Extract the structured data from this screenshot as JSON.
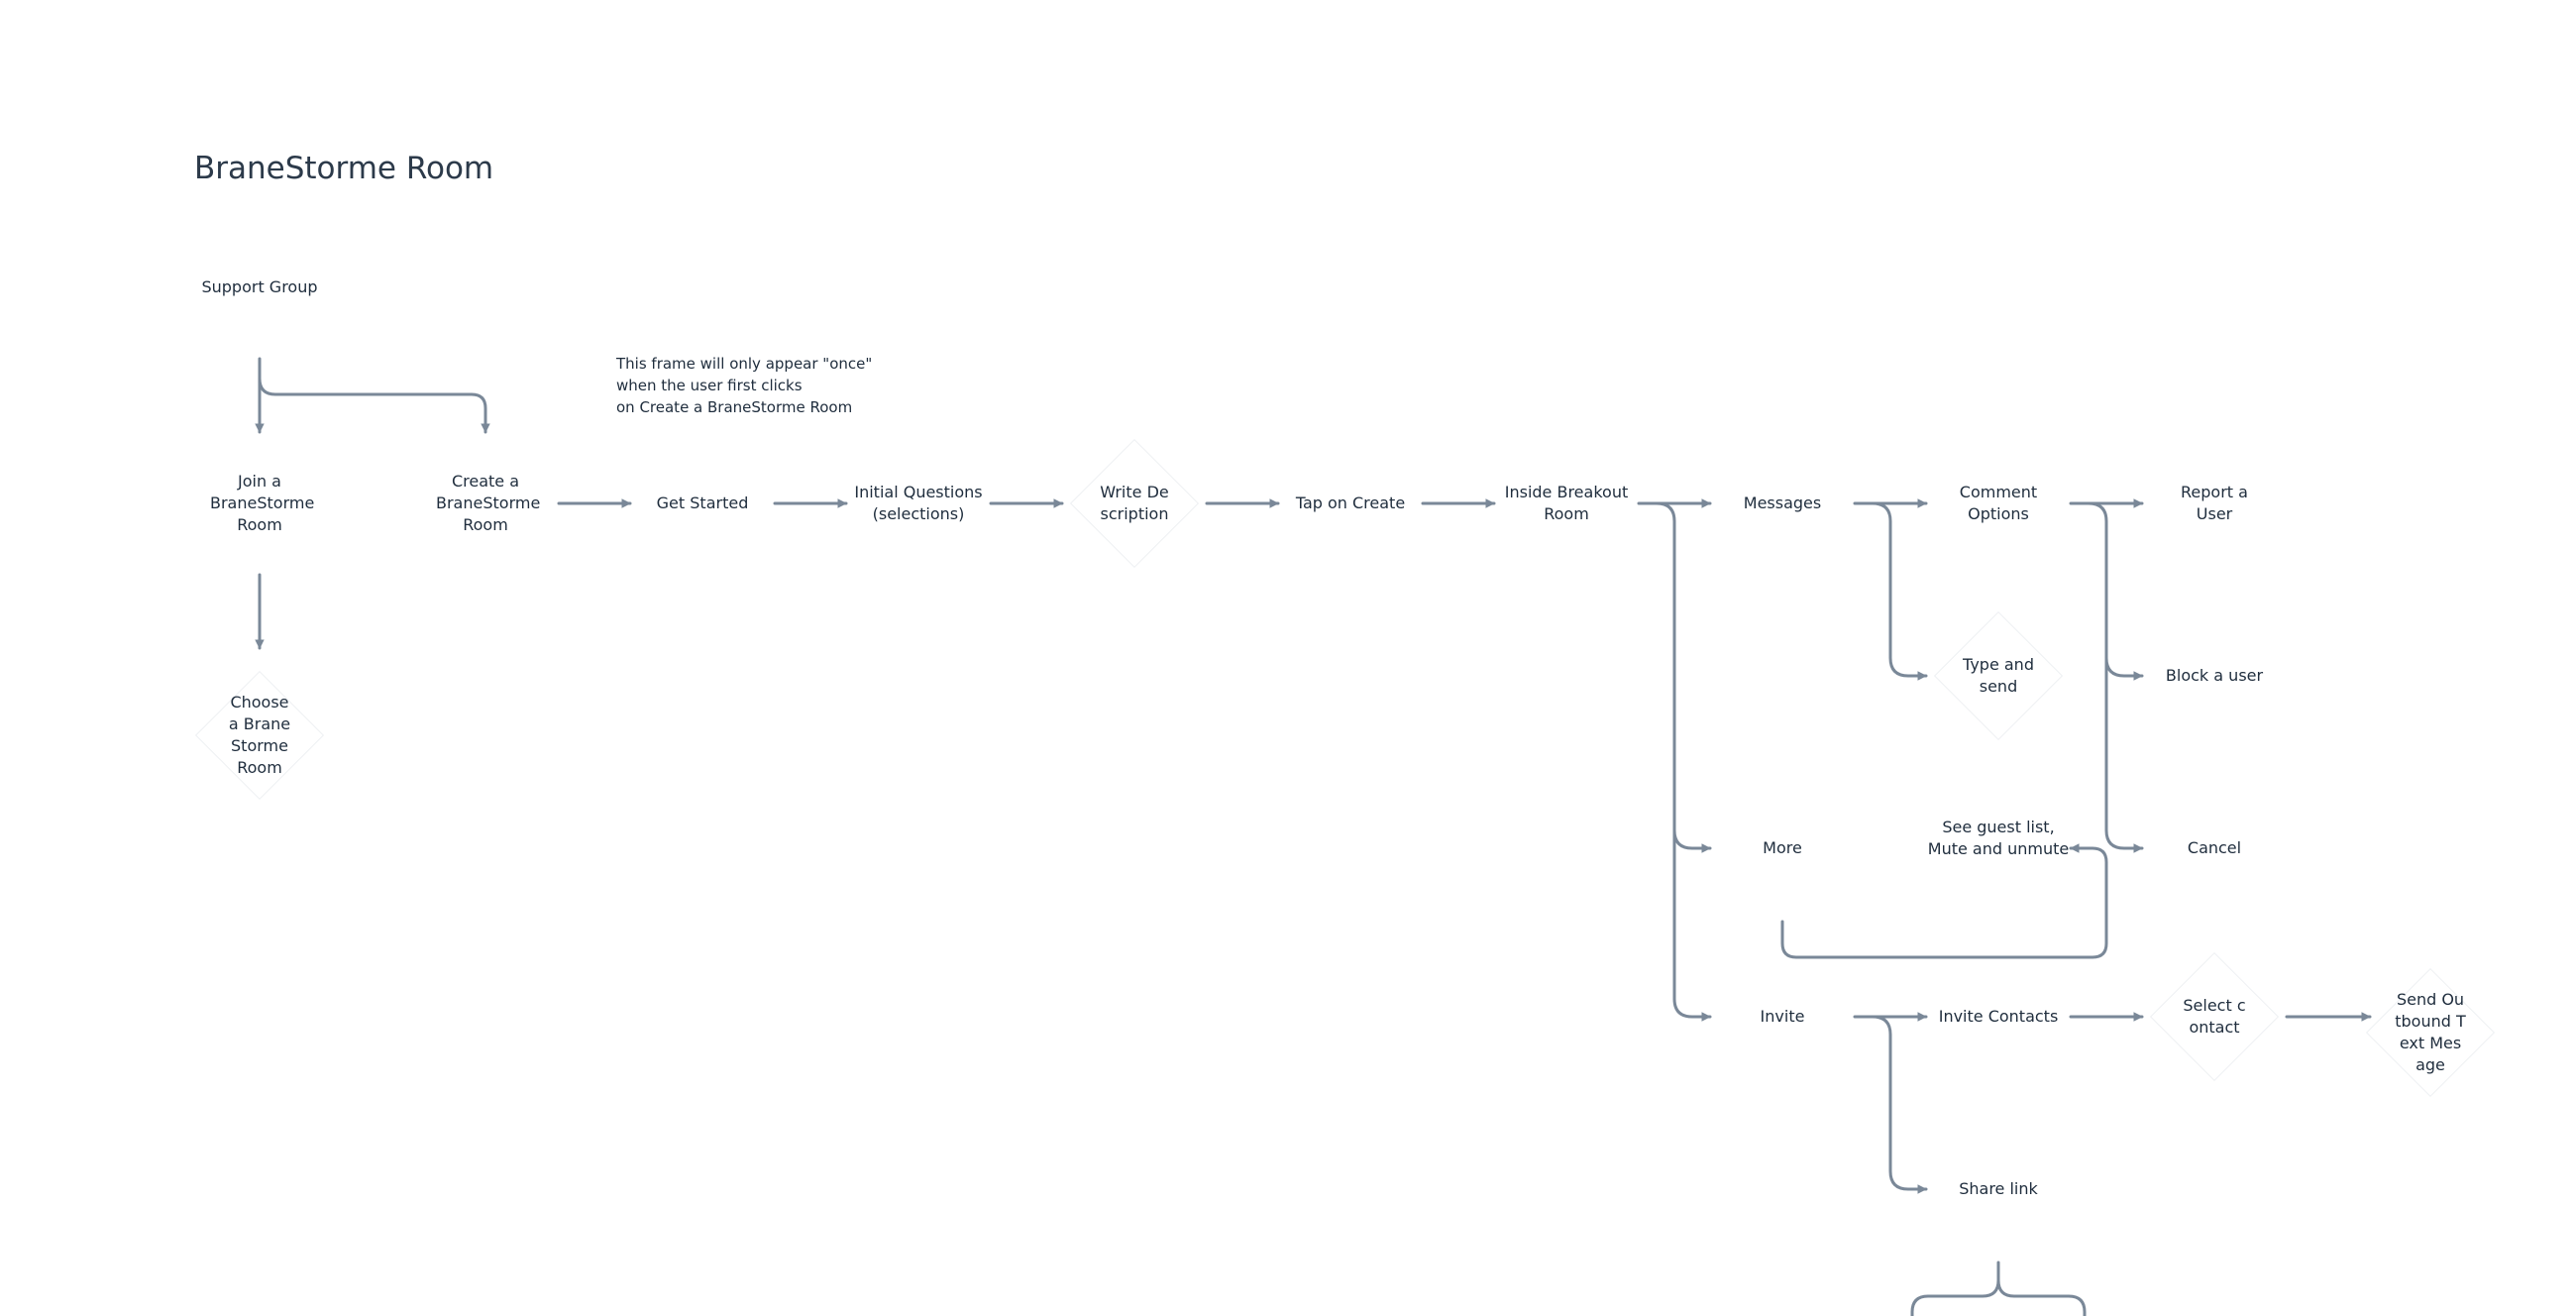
{
  "title": "BraneStorme Room",
  "note": {
    "lines": [
      "This frame will only appear \"once\"",
      "when the user first clicks",
      "on Create a BraneStorme Room"
    ]
  },
  "nodes": {
    "support_group": "Support Group",
    "join_room": "Join a BraneStorme Room",
    "create_room": "Create a BraneStorme Room",
    "choose_room": "Choose a BraneStorme Room",
    "get_started": "Get Started",
    "initial_questions": "Initial Questions (selections)",
    "write_description": "Write Description",
    "tap_create": "Tap on Create",
    "inside_breakout": "Inside Breakout Room",
    "messages": "Messages",
    "comment_options": "Comment Options",
    "report_user": "Report a User",
    "type_send": "Type and send",
    "block_user": "Block a user",
    "more": "More",
    "guest_list": "See guest list, Mute and unmute",
    "cancel": "Cancel",
    "invite": "Invite",
    "invite_contacts": "Invite Contacts",
    "select_contact": "Select contact",
    "send_outbound": "Send Outbound Text Mesage",
    "share_link": "Share link"
  },
  "colors": {
    "connector": "#7a8898",
    "text": "#1f2d3d",
    "title": "#2c3a4a",
    "decision_border": "#eef0f3"
  }
}
